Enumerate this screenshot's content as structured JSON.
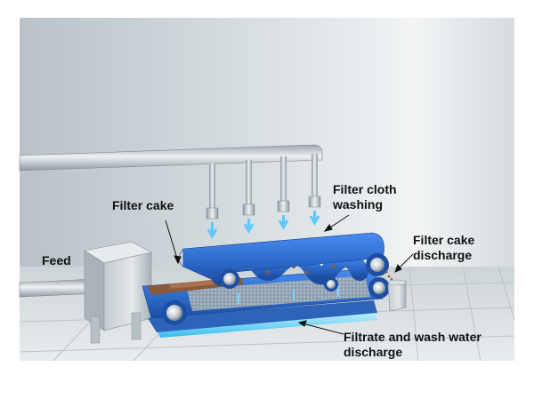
{
  "labels": {
    "filter_cake": "Filter cake",
    "feed": "Feed",
    "filter_cloth_washing": [
      "Filter cloth",
      "washing"
    ],
    "filter_cake_discharge": [
      "Filter cake",
      "discharge"
    ],
    "filtrate_discharge": [
      "Filtrate and wash water",
      "discharge"
    ]
  },
  "colors": {
    "belt_blue": "#2f6fd0",
    "belt_dark": "#1d4ea3",
    "wall": "#c9d1d6",
    "floor": "#dfe4e7",
    "pipe": "#b9c2c8",
    "cake_brown": "#8a5a3c",
    "water": "#4fc3f7",
    "filtrate_glow": "#6fdcff"
  }
}
